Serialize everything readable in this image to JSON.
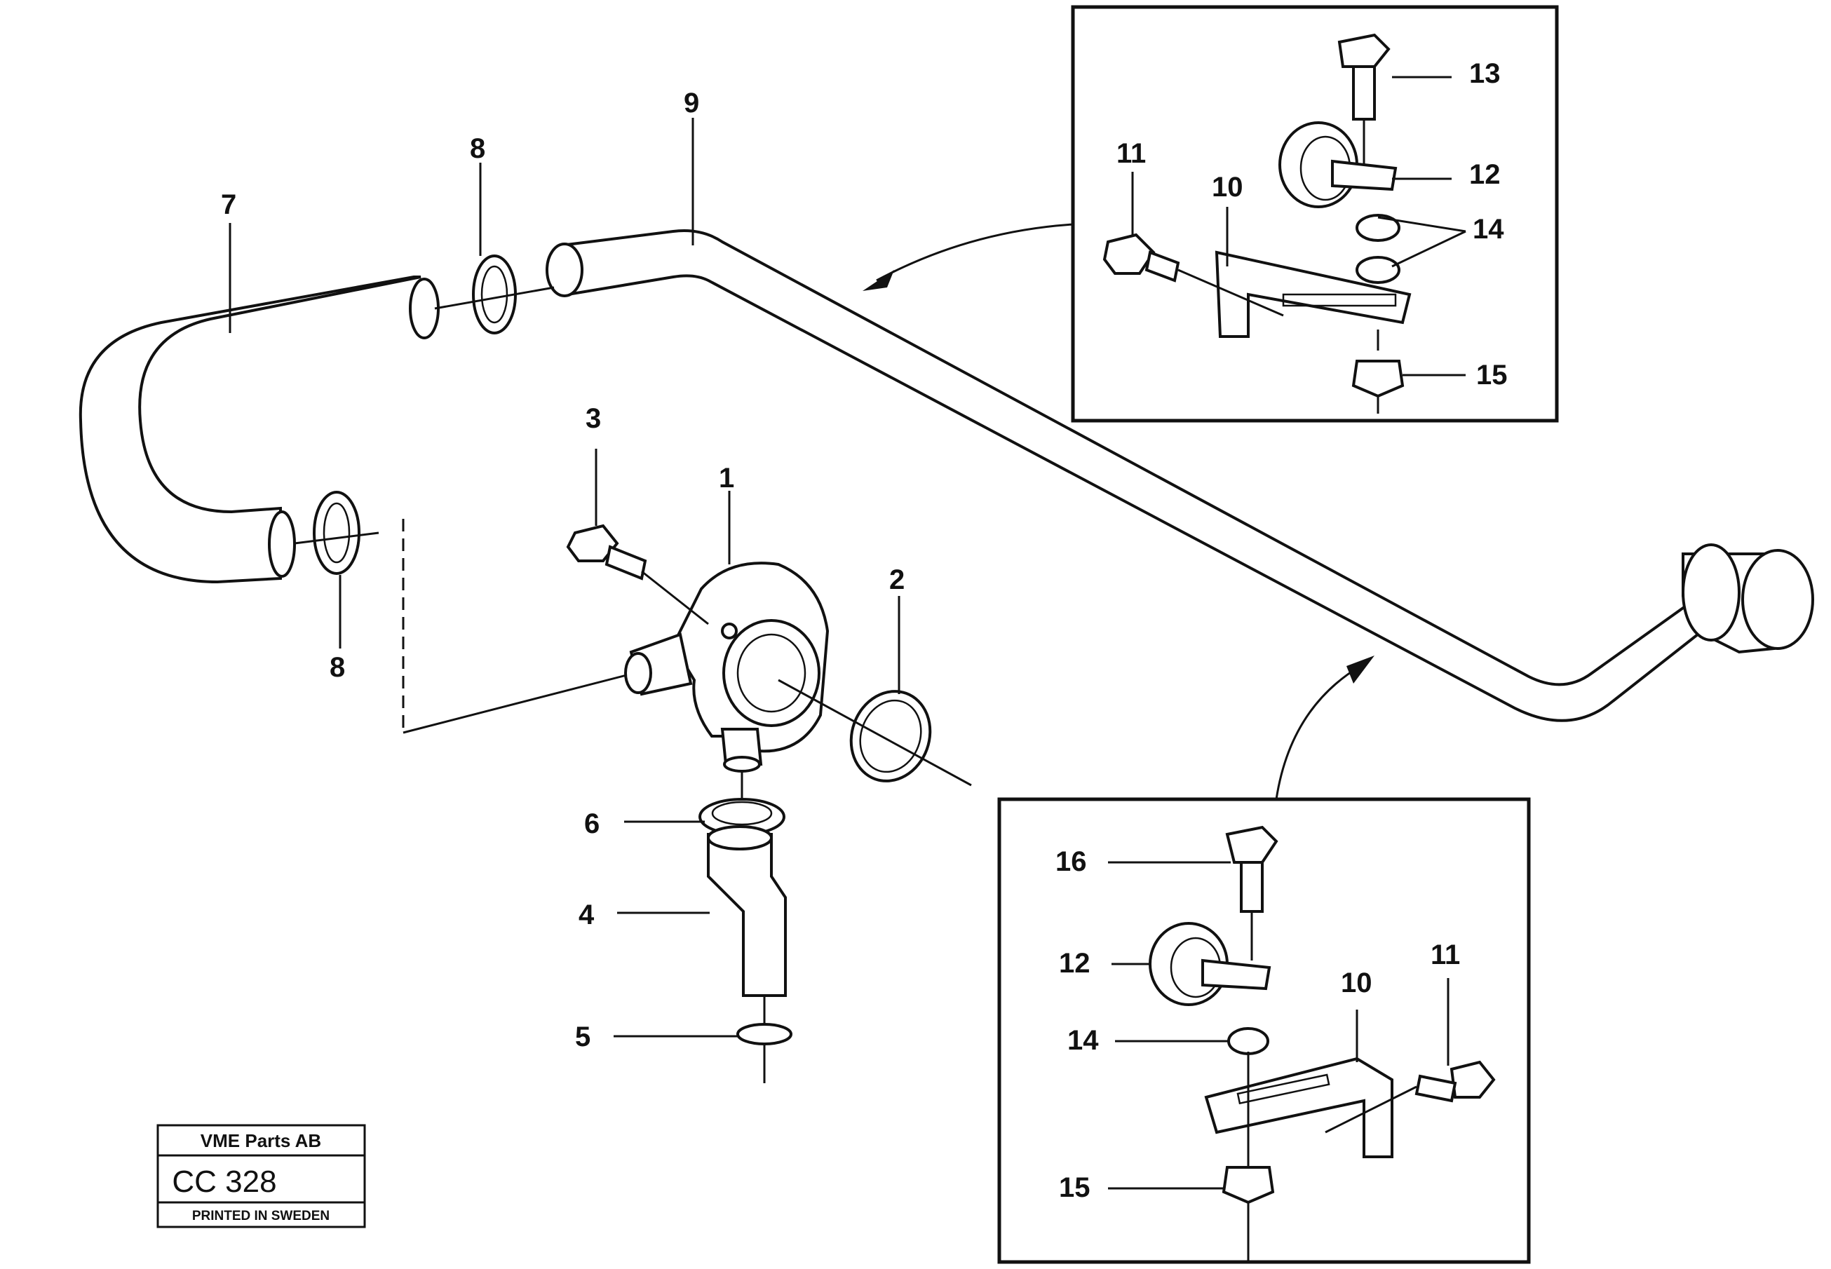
{
  "labels": {
    "p1": "1",
    "p2": "2",
    "p3": "3",
    "p4": "4",
    "p5": "5",
    "p6": "6",
    "p7": "7",
    "p8a": "8",
    "p8b": "8",
    "p9": "9",
    "inset_top": {
      "p10": "10",
      "p11": "11",
      "p12": "12",
      "p13": "13",
      "p14": "14",
      "p15": "15"
    },
    "inset_bottom": {
      "p16": "16",
      "p12": "12",
      "p14": "14",
      "p15": "15",
      "p10": "10",
      "p11": "11"
    }
  },
  "stamp": {
    "company": "VME Parts AB",
    "code": "CC 328",
    "printed": "PRINTED IN SWEDEN"
  }
}
